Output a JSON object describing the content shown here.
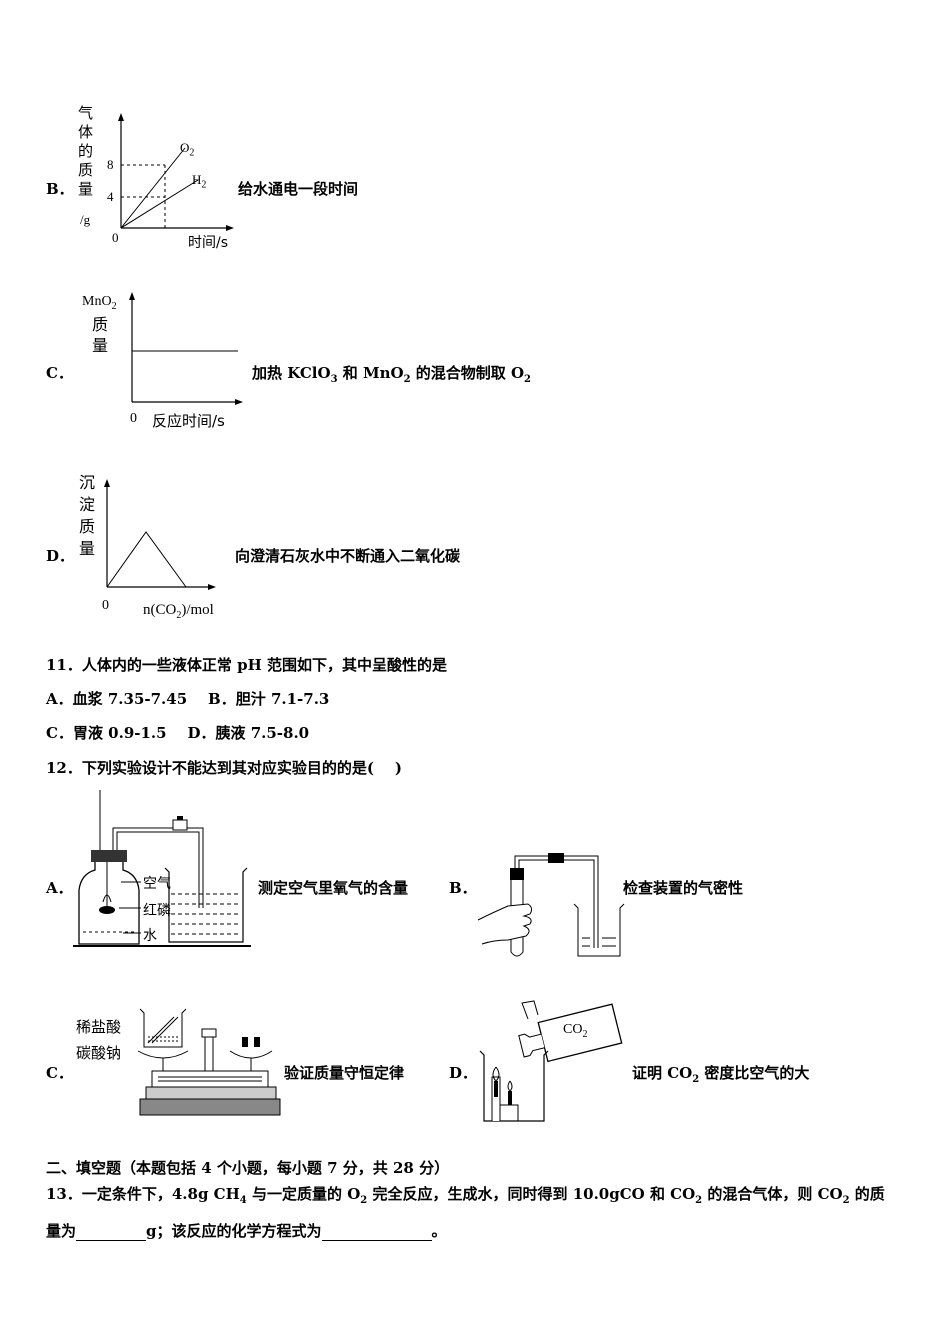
{
  "q10": {
    "B": {
      "letter": "B．",
      "desc": "给水通电一段时间",
      "ylabel_chars": [
        "气",
        "体",
        "的",
        "质",
        "量"
      ],
      "yunit": "/g",
      "xlabel": "时间/s",
      "origin": "0",
      "ticks": [
        "8",
        "4"
      ],
      "line1": "O",
      "line1_sub": "2",
      "line2": "H",
      "line2_sub": "2"
    },
    "C": {
      "letter": "C．",
      "desc_pre": "加热 KClO",
      "desc_sub1": "3",
      "desc_mid": " 和 MnO",
      "desc_sub2": "2",
      "desc_post": " 的混合物制取 O",
      "desc_sub3": "2",
      "ylabel_top": "MnO",
      "ylabel_top_sub": "2",
      "ylabel_chars": [
        "质",
        "量"
      ],
      "origin": "0",
      "xlabel": "反应时间/s"
    },
    "D": {
      "letter": "D．",
      "desc": "向澄清石灰水中不断通入二氧化碳",
      "ylabel_chars": [
        "沉",
        "淀",
        "质",
        "量"
      ],
      "origin": "0",
      "xlabel_pre": "n(CO",
      "xlabel_sub": "2",
      "xlabel_post": ")/mol"
    }
  },
  "q11": {
    "stem": "11．人体内的一些液体正常 pH 范围如下，其中呈酸性的是",
    "line1": "A．血浆 7.35-7.45    B．胆汁 7.1-7.3",
    "line2": "C．胃液 0.9-1.5    D．胰液 7.5-8.0"
  },
  "q12": {
    "stem": "12．下列实验设计不能达到其对应实验目的的是(    )",
    "A": {
      "letter": "A．",
      "desc": "测定空气里氧气的含量",
      "labels": [
        "空气",
        "红磷",
        "水"
      ]
    },
    "B": {
      "letter": "B．",
      "desc": "检查装置的气密性"
    },
    "C": {
      "letter": "C．",
      "desc": "验证质量守恒定律",
      "labels": [
        "稀盐酸",
        "碳酸钠"
      ]
    },
    "D": {
      "letter": "D．",
      "desc_pre": "证明 CO",
      "desc_sub": "2",
      "desc_post": " 密度比空气的大",
      "bottle_label": "CO",
      "bottle_label_sub": "2"
    }
  },
  "section2": {
    "heading": "二、填空题（本题包括 4 个小题，每小题 7 分，共 28 分）"
  },
  "q13": {
    "p1": "13．一定条件下，4.8g CH",
    "p1_sub": "4",
    "p2": " 与一定质量的 O",
    "p2_sub": "2",
    "p3": " 完全反应，生成水，同时得到 10.0gCO 和 CO",
    "p3_sub": "2",
    "p4": " 的混合气体，则 CO",
    "p4_sub": "2",
    "p5": " 的质",
    "line2_pre": "量为",
    "line2_mid": "g；该反应的化学方程式为",
    "line2_end": "。"
  }
}
